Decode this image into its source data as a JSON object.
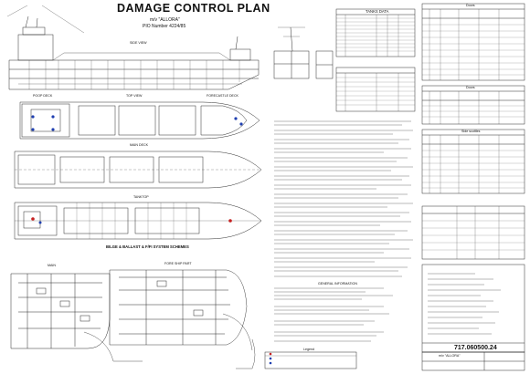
{
  "sheet": {
    "title": "DAMAGE CONTROL PLAN",
    "vessel_line": "m/v \"ALLORA\"",
    "project_line": "PIO Number      4224/85"
  },
  "drawings": {
    "side_view": "SIDE VIEW",
    "top_view": "TOP VIEW",
    "poop_deck": "POOP DECK",
    "forecastle_deck": "FORECASTLE DECK",
    "main_deck": "MAIN DECK",
    "tanktop": "TANKTOP",
    "bilge_schemes": "BILGE & BALLAST & F/FI SYSTEM SCHEMES",
    "main": "MAIN",
    "fore_ship_part": "FORE SHIP PART"
  },
  "tables": {
    "tanks_data": "TANKS DATA",
    "doors": "Doors",
    "side_scuttles": "Side scuttles"
  },
  "notes": {
    "general_information": "GENERAL INFORMATION",
    "legend": "Legend"
  },
  "title_block": {
    "drawing_no": "717.060500.24",
    "vessel": "m/v \"ALLORA\""
  },
  "colors": {
    "line": "#2b2b2b",
    "marker_blue": "#1f3fb0",
    "marker_red": "#c62020"
  }
}
